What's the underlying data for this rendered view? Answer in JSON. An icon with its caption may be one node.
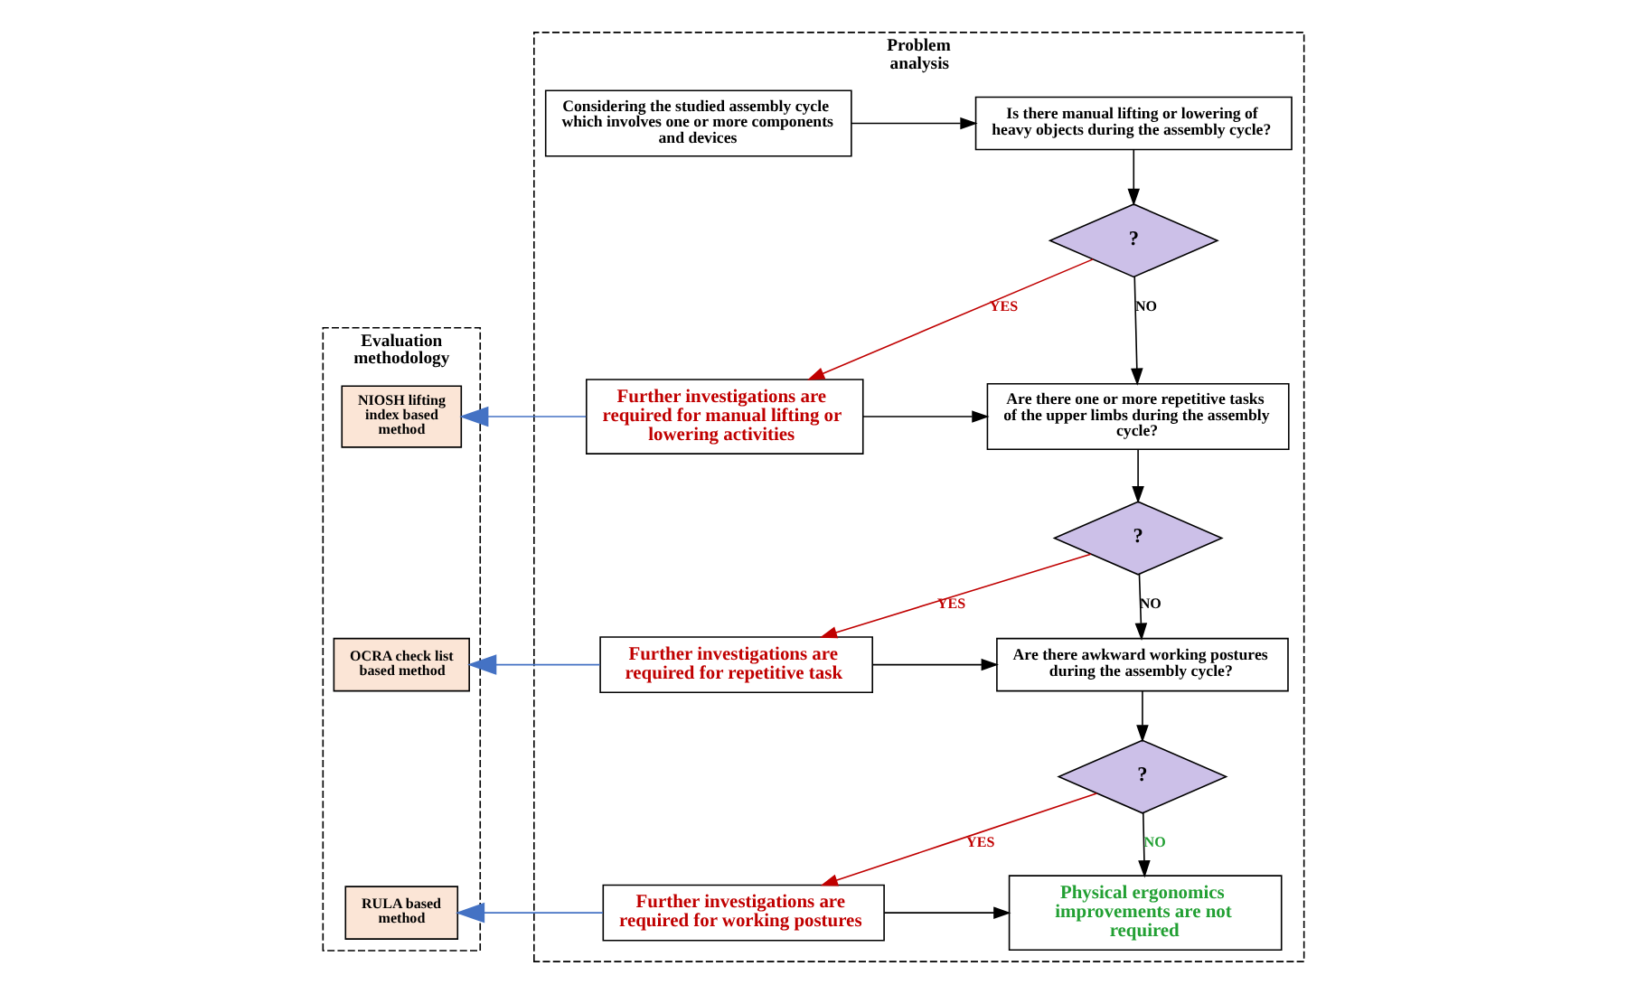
{
  "diagram": {
    "nodes": [
      {
        "text": [
          "Evaluation methodology"
        ]
      },
      {
        "text": [
          "Problem analysis"
        ]
      },
      {
        "text": [
          "Considering the studied assembly cycle which involves one or more components and devices"
        ],
        "in": 1
      },
      {
        "text": [
          "Is there manual lifting or lowering of heavy objects during the assembly cycle?"
        ],
        "in": 1
      },
      {
        "text": [
          "?"
        ],
        "in": 1
      },
      {
        "text": [
          "NIOSH lifting index based method"
        ],
        "in": 0
      },
      {
        "text": [
          "Further investigations are required for manual lifting or lowering activities"
        ],
        "in": 1
      },
      {
        "text": [
          "Are there one or more repetitive tasks of the upper limbs during the assembly cycle?"
        ],
        "in": 1
      },
      {
        "text": [
          "?"
        ],
        "in": 1
      },
      {
        "text": [
          "OCRA check list based method"
        ],
        "in": 0
      },
      {
        "text": [
          "Further investigations are required for repetitive task"
        ],
        "in": 1
      },
      {
        "text": [
          "Are there awkward working postures during the assembly cycle?"
        ],
        "in": 1
      },
      {
        "text": [
          "?"
        ],
        "in": 1
      },
      {
        "text": [
          "RULA based method"
        ],
        "in": 0
      },
      {
        "text": [
          "Further investigations are required for working postures"
        ],
        "in": 1
      },
      {
        "text": [
          "Physical ergonomics improvements are not required"
        ],
        "in": 1
      }
    ],
    "edges": [
      {
        "from": 2,
        "to": 3,
        "arrow": "to"
      },
      {
        "from": 3,
        "to": 4,
        "arrow": "to"
      },
      {
        "from": 4,
        "to": 6,
        "arrow": "to",
        "label": "YES",
        "color": "#c00000"
      },
      {
        "from": 4,
        "to": 7,
        "arrow": "to",
        "label": "NO"
      },
      {
        "from": 6,
        "to": 5,
        "arrow": "to",
        "color": "#4472c4"
      },
      {
        "from": 6,
        "to": 7,
        "arrow": "to"
      },
      {
        "from": 7,
        "to": 8,
        "arrow": "to"
      },
      {
        "from": 8,
        "to": 10,
        "arrow": "to",
        "label": "YES",
        "color": "#c00000"
      },
      {
        "from": 8,
        "to": 11,
        "arrow": "to",
        "label": "NO"
      },
      {
        "from": 10,
        "to": 9,
        "arrow": "to",
        "color": "#4472c4"
      },
      {
        "from": 10,
        "to": 11,
        "arrow": "to"
      },
      {
        "from": 11,
        "to": 12,
        "arrow": "to"
      },
      {
        "from": 12,
        "to": 14,
        "arrow": "to",
        "label": "YES",
        "color": "#c00000"
      },
      {
        "from": 12,
        "to": 15,
        "arrow": "to",
        "label": "NO"
      },
      {
        "from": 14,
        "to": 13,
        "arrow": "to",
        "color": "#4472c4"
      },
      {
        "from": 14,
        "to": 15,
        "arrow": "to"
      }
    ]
  }
}
